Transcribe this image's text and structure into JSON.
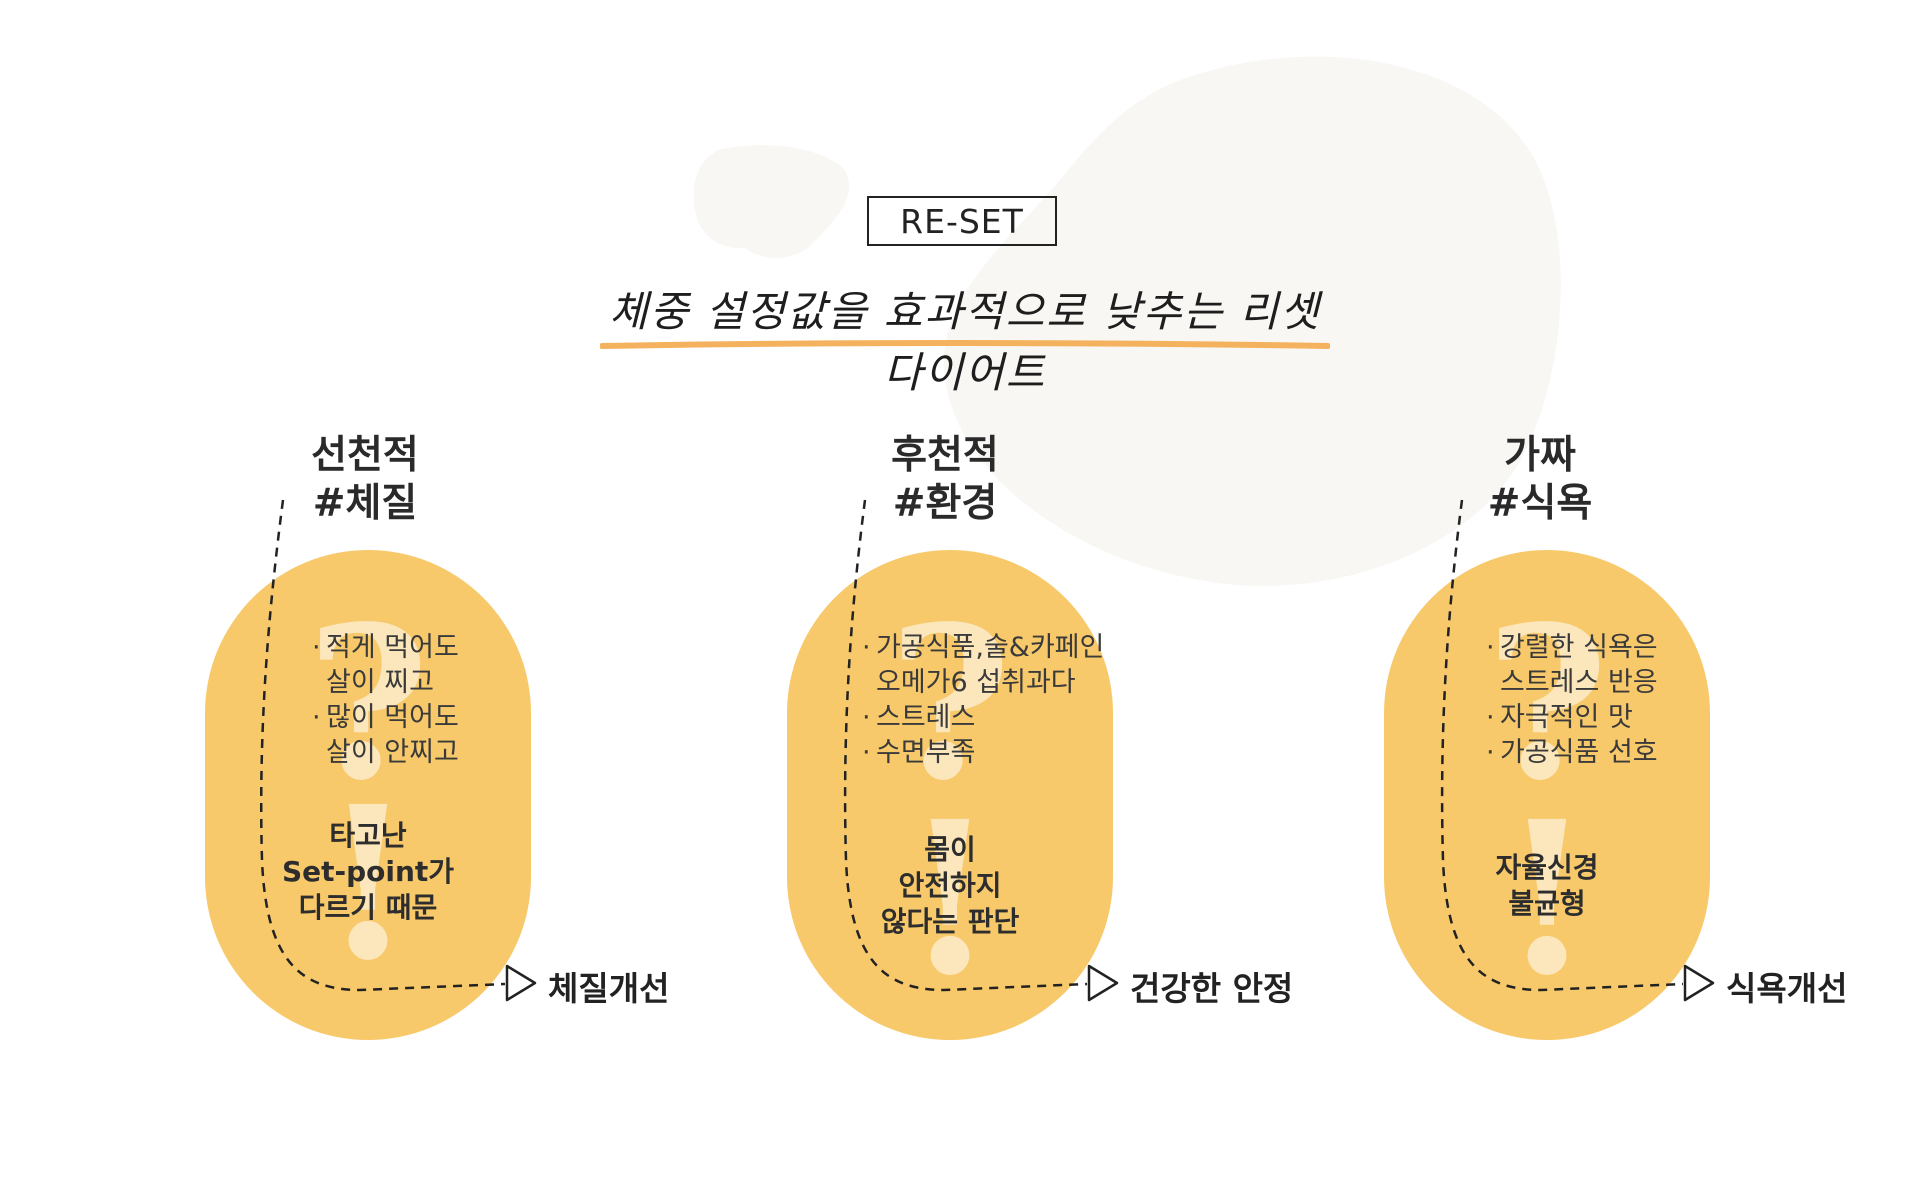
{
  "badge": "RE-SET",
  "headline": "체중 설정값을 효과적으로 낮추는 리셋 다이어트",
  "columns": [
    {
      "title_lines": [
        "선천적",
        "#체질"
      ],
      "mark_top": "?",
      "mark_bottom": "!",
      "bullets": [
        "적게 먹어도",
        "살이 찌고",
        "많이 먹어도",
        "살이 안찌고"
      ],
      "bullet_markers": [
        true,
        false,
        true,
        false
      ],
      "cause_lines": [
        "타고난",
        "Set-point가",
        "다르기 때문"
      ],
      "result": "체질개선"
    },
    {
      "title_lines": [
        "후천적",
        "#환경"
      ],
      "mark_top": "?",
      "mark_bottom": "!",
      "bullets": [
        "가공식품,술&카페인",
        "오메가6 섭취과다",
        "스트레스",
        "수면부족"
      ],
      "bullet_markers": [
        true,
        false,
        true,
        true
      ],
      "cause_lines": [
        "몸이",
        "안전하지",
        "않다는 판단"
      ],
      "result": "건강한 안정"
    },
    {
      "title_lines": [
        "가짜",
        "#식욕"
      ],
      "mark_top": "?",
      "mark_bottom": "!",
      "bullets": [
        "강렬한 식욕은",
        "스트레스 반응",
        "자극적인 맛",
        "가공식품 선호"
      ],
      "bullet_markers": [
        true,
        false,
        true,
        true
      ],
      "cause_lines": [
        "자율신경",
        "불균형"
      ],
      "result": "식욕개선"
    }
  ],
  "colors": {
    "pill": "#f8c96b",
    "underline": "#f4b25e",
    "blob": "#f8f7f3",
    "text": "#222222"
  }
}
